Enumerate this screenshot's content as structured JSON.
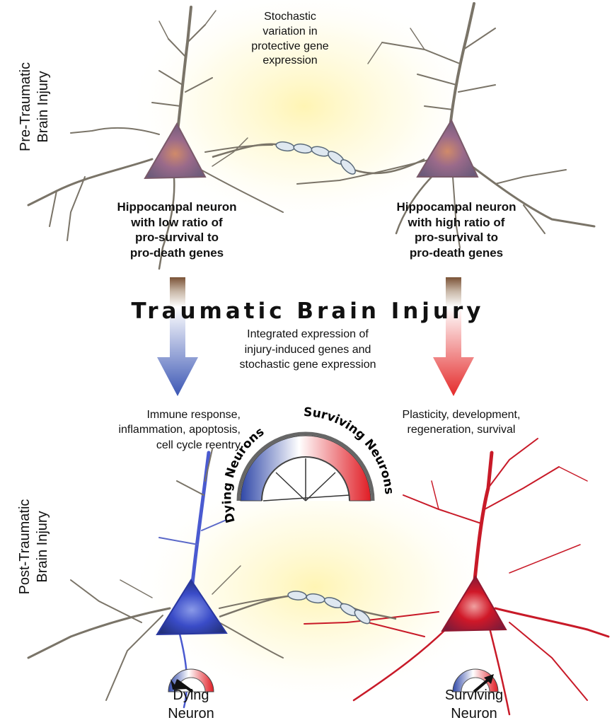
{
  "labels": {
    "pre_injury": [
      "Pre-Traumatic",
      "Brain Injury"
    ],
    "post_injury": [
      "Post-Traumatic",
      "Brain Injury"
    ],
    "stochastic": [
      "Stochastic",
      "variation in",
      "protective gene",
      "expression"
    ],
    "left_neuron_desc": [
      "Hippocampal neuron",
      "with low ratio of",
      "pro-survival to",
      "pro-death genes"
    ],
    "right_neuron_desc": [
      "Hippocampal neuron",
      "with high ratio of",
      "pro-survival to",
      "pro-death genes"
    ],
    "title": "Traumatic Brain Injury",
    "integrated": [
      "Integrated expression of",
      "injury-induced genes and",
      "stochastic gene expression"
    ],
    "left_response": [
      "Immune response,",
      "inflammation, apoptosis,",
      "cell  cycle reentry"
    ],
    "right_response": [
      "Plasticity, development,",
      "regeneration, survival"
    ],
    "gauge_dying": "Dying Neurons",
    "gauge_surviving": "Surviving Neurons",
    "dying_neuron": [
      "Dying",
      "Neuron"
    ],
    "surviving_neuron": [
      "Surviving",
      "Neuron"
    ]
  },
  "colors": {
    "dying_blue": "#3a4fb0",
    "surviving_red": "#e0202a",
    "arrow_brown": "#7a5236",
    "glow": "#fff6b8"
  },
  "icons": [
    "neuron-icon",
    "axon-myelin-icon",
    "gauge-icon",
    "gauge-needle-icon",
    "down-arrow-icon"
  ]
}
